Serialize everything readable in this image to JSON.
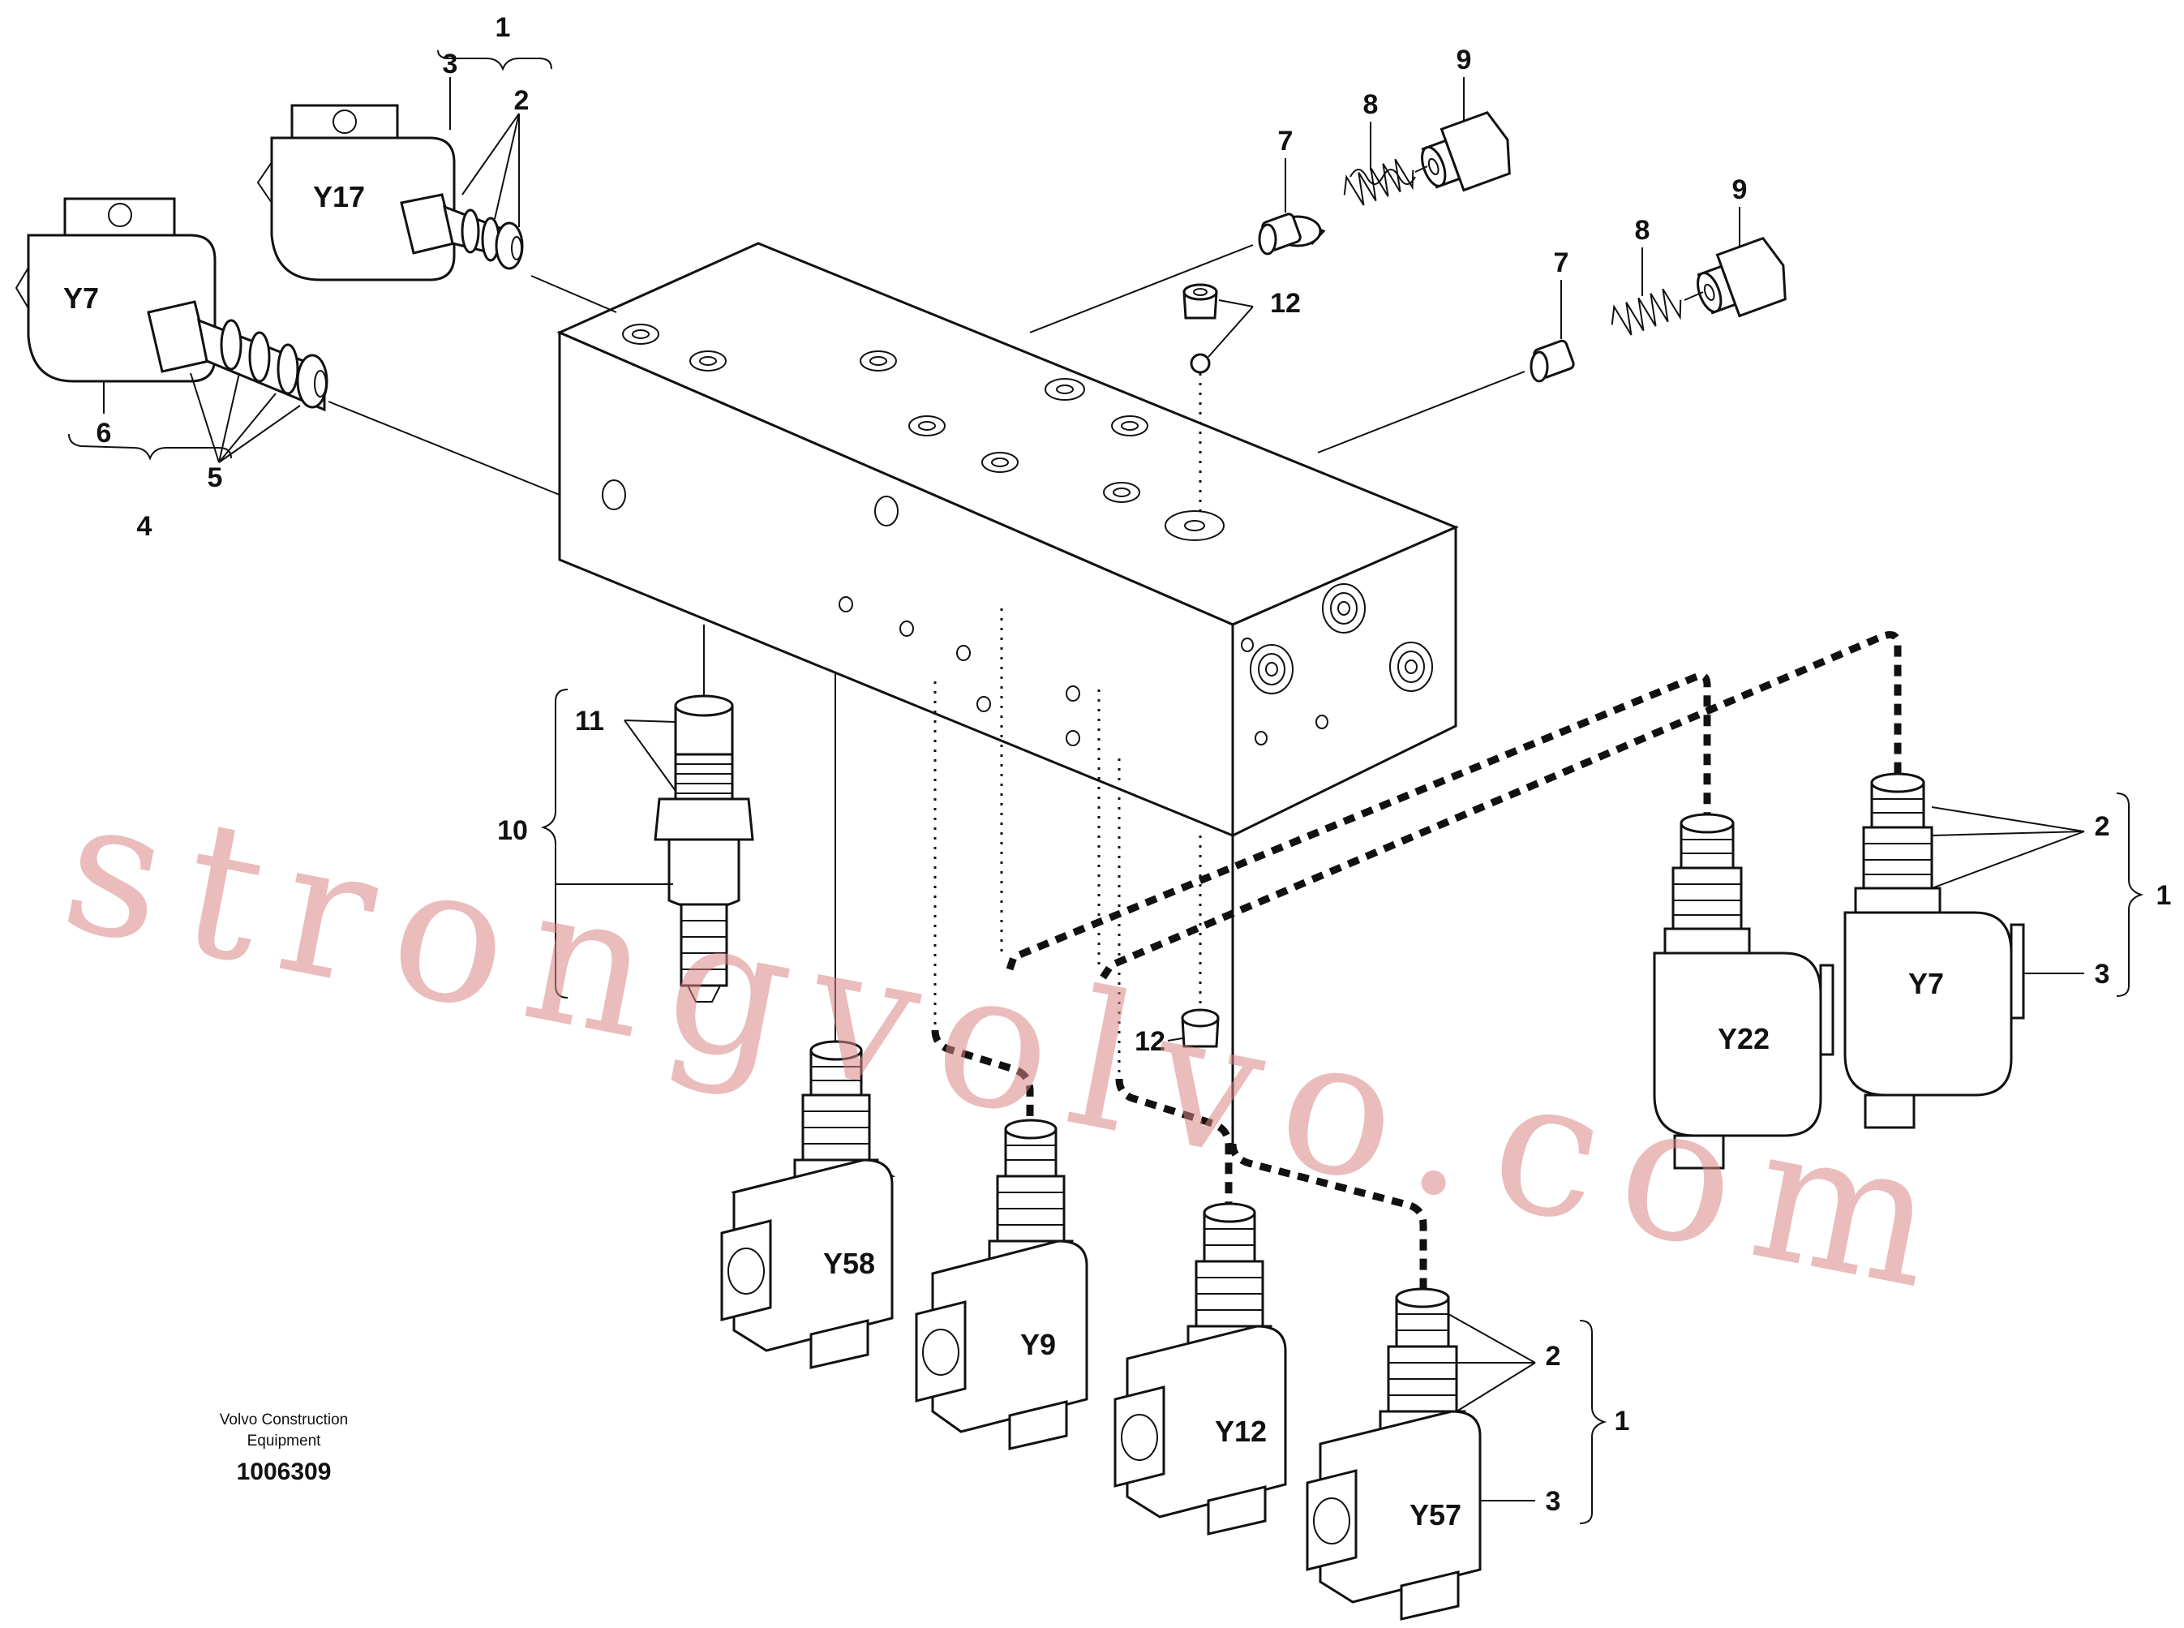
{
  "watermark": "strongvolvo.com",
  "caption": {
    "company_line1": "Volvo Construction",
    "company_line2": "Equipment",
    "drawing_number": "1006309"
  },
  "coils": {
    "y17": "Y17",
    "y7_top": "Y7",
    "y58": "Y58",
    "y9": "Y9",
    "y12": "Y12",
    "y57": "Y57",
    "y22": "Y22",
    "y7_right": "Y7"
  },
  "callouts": {
    "c1_top": "1",
    "c2_top": "2",
    "c3_top": "3",
    "c4": "4",
    "c5": "5",
    "c6": "6",
    "c7_a": "7",
    "c8_a": "8",
    "c9_a": "9",
    "c7_b": "7",
    "c8_b": "8",
    "c9_b": "9",
    "c12_top": "12",
    "c12_bottom": "12",
    "c10": "10",
    "c11": "11",
    "c2_right": "2",
    "c1_right": "1",
    "c3_right": "3",
    "c2_bottom": "2",
    "c1_bottom": "1",
    "c3_bottom": "3"
  }
}
